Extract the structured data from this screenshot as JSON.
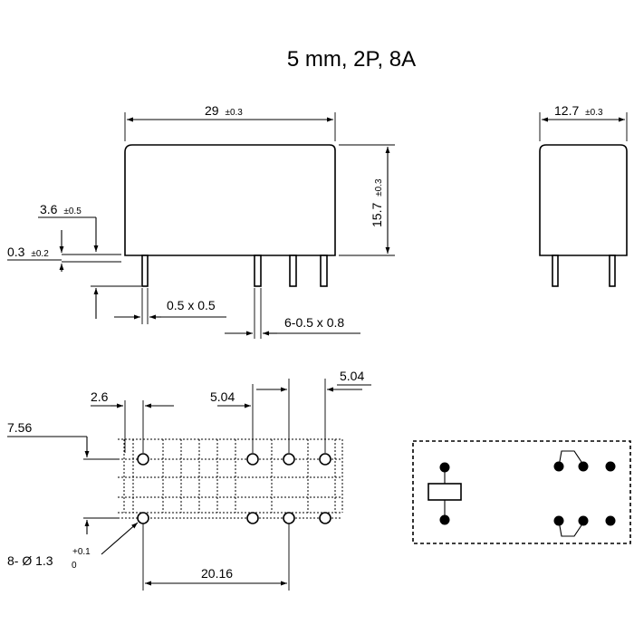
{
  "title": "5 mm, 2P, 8A",
  "front_view": {
    "width_value": "29",
    "width_tol": "±0.3",
    "height_value": "15.7",
    "height_tol": "±0.3",
    "pin_len_value": "3.6",
    "pin_len_tol": "±0.5",
    "standoff_value": "0.3",
    "standoff_tol": "±0.2",
    "pin_size": "0.5 x 0.5",
    "pin_size_main": "6-0.5 x 0.8"
  },
  "side_view": {
    "depth_value": "12.7",
    "depth_tol": "±0.3"
  },
  "footprint": {
    "dim_2_6": "2.6",
    "dim_5_04_a": "5.04",
    "dim_5_04_b": "5.04",
    "dim_7_56": "7.56",
    "hole_spec_prefix": "8- Ø 1.3",
    "hole_tol_upper": "+0.1",
    "hole_tol_lower": "0",
    "dim_20_16": "20.16"
  }
}
